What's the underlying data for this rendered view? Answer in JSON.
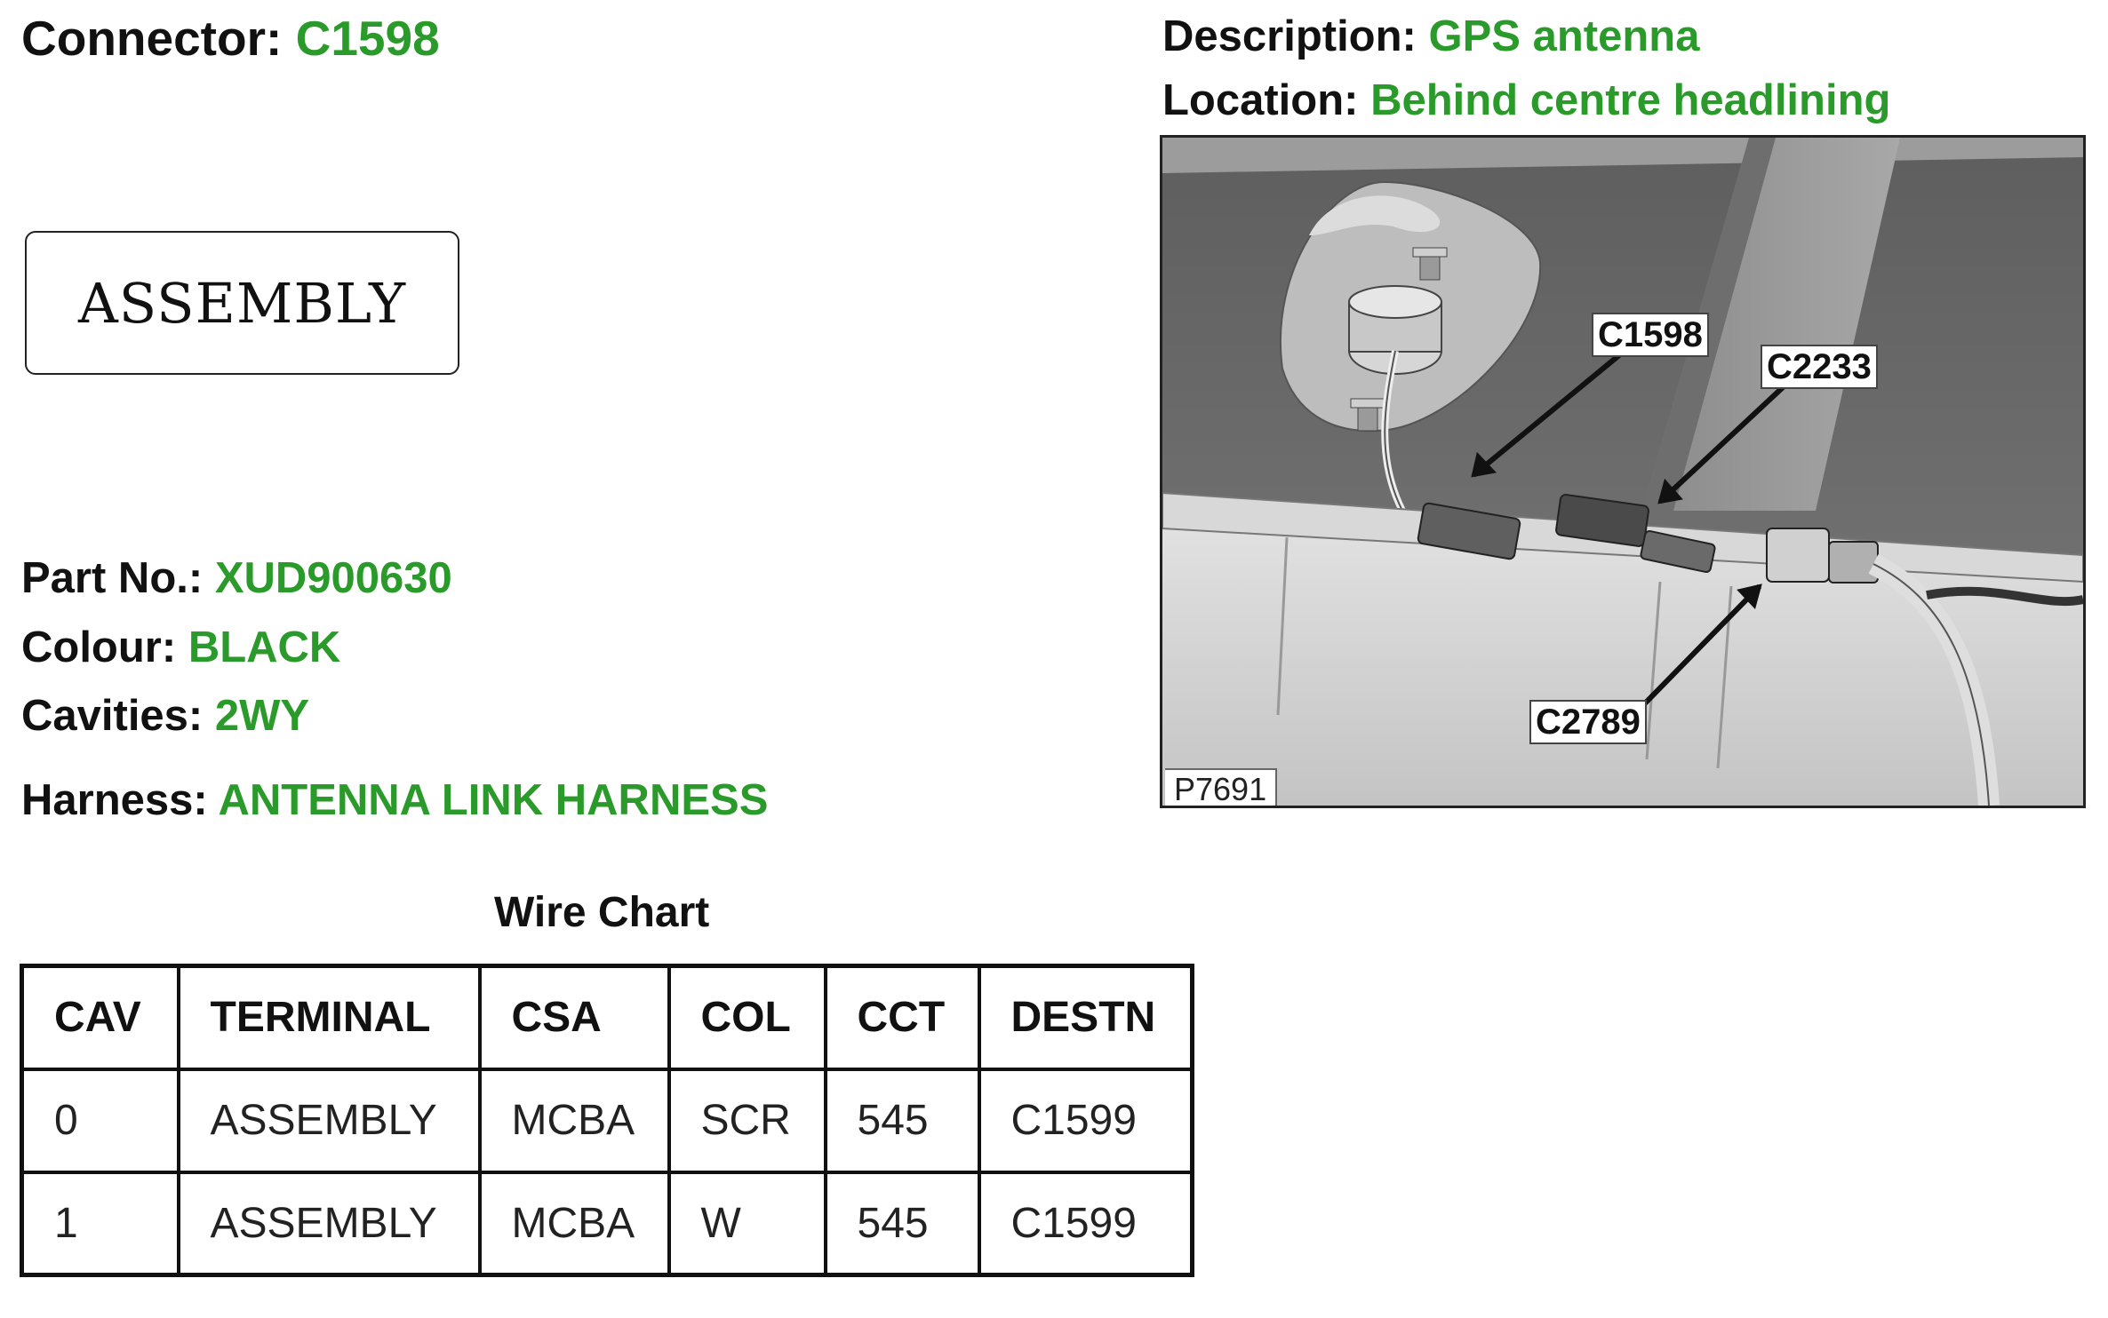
{
  "connector": {
    "label": "Connector:",
    "value": "C1598"
  },
  "description": {
    "label": "Description:",
    "value": "GPS antenna"
  },
  "location": {
    "label": "Location:",
    "value": "Behind centre headlining"
  },
  "assembly_image_text": "ASSEMBLY",
  "part_no": {
    "label": "Part No.:",
    "value": "XUD900630"
  },
  "colour": {
    "label": "Colour:",
    "value": "BLACK"
  },
  "cavities": {
    "label": "Cavities:",
    "value": "2WY"
  },
  "harness": {
    "label": "Harness:",
    "value": "ANTENNA LINK HARNESS"
  },
  "wire_chart": {
    "title": "Wire Chart",
    "headers": [
      "CAV",
      "TERMINAL",
      "CSA",
      "COL",
      "CCT",
      "DESTN"
    ],
    "rows": [
      [
        "0",
        "ASSEMBLY",
        "MCBA",
        "SCR",
        "545",
        "C1599"
      ],
      [
        "1",
        "ASSEMBLY",
        "MCBA",
        "W",
        "545",
        "C1599"
      ]
    ]
  },
  "photo": {
    "callouts": [
      "C1598",
      "C2233",
      "C2789"
    ],
    "ref": "P7691"
  },
  "colors": {
    "label": "#111111",
    "value_green": "#2a9a2a"
  }
}
